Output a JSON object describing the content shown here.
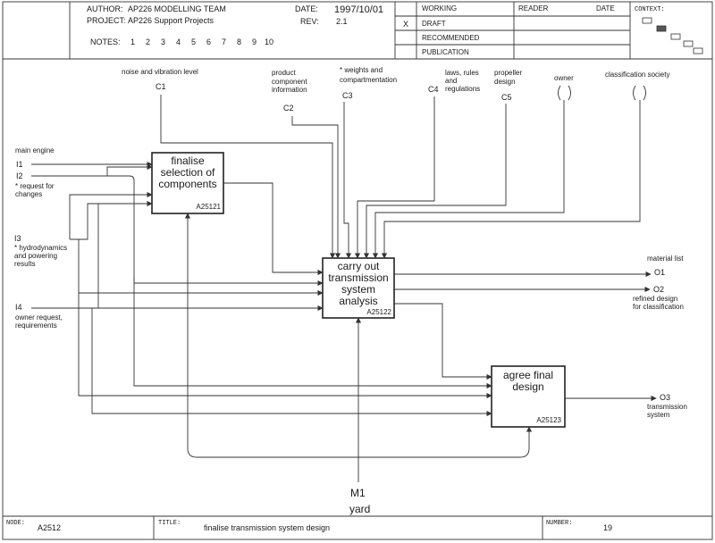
{
  "header": {
    "author_label": "AUTHOR:",
    "author": "AP226  MODELLING TEAM",
    "project_label": "PROJECT:",
    "project": "AP226 Support Projects",
    "notes_label": "NOTES:",
    "notes": [
      "1",
      "2",
      "3",
      "4",
      "5",
      "6",
      "7",
      "8",
      "9",
      "10"
    ],
    "date_label": "DATE:",
    "date": "1997/10/01",
    "rev_label": "REV:",
    "rev": "2.1",
    "status_mark": "X",
    "status": [
      "WORKING",
      "DRAFT",
      "RECOMMENDED",
      "PUBLICATION"
    ],
    "reader_label": "READER",
    "reader_date_label": "DATE",
    "context_label": "CONTEXT:"
  },
  "controls": [
    {
      "code": "C1",
      "label": [
        "noise and vibration level"
      ]
    },
    {
      "code": "C2",
      "label": [
        "product",
        "component",
        "information"
      ]
    },
    {
      "code": "C3",
      "label": [
        "* weights and",
        "compartmentation"
      ]
    },
    {
      "code": "C4",
      "label": [
        "laws, rules",
        "and",
        "regulations"
      ]
    },
    {
      "code": "C5",
      "label": [
        "propeller",
        "design"
      ]
    },
    {
      "code": "",
      "label": [
        "owner"
      ]
    },
    {
      "code": "",
      "label": [
        "classification society"
      ]
    }
  ],
  "inputs": [
    {
      "code": "I1",
      "label": [
        "main engine"
      ]
    },
    {
      "code": "I2",
      "label": [
        "* request for",
        "changes"
      ]
    },
    {
      "code": "I3",
      "label": [
        "* hydrodynamics",
        "and powering",
        "results"
      ]
    },
    {
      "code": "I4",
      "label": [
        "owner request,",
        "requirements"
      ]
    }
  ],
  "activities": [
    {
      "title": [
        "finalise",
        "selection of",
        "components"
      ],
      "id": "A25121"
    },
    {
      "title": [
        "carry out",
        "transmission",
        "system",
        "analysis"
      ],
      "id": "A25122"
    },
    {
      "title": [
        "agree final",
        "design"
      ],
      "id": "A25123"
    }
  ],
  "outputs": [
    {
      "code": "O1",
      "label": [
        "material list"
      ]
    },
    {
      "code": "O2",
      "label": [
        "refined design",
        "for classification"
      ]
    },
    {
      "code": "O3",
      "label": [
        "transmission",
        "system"
      ]
    }
  ],
  "mechanism": {
    "code": "M1",
    "label": "yard"
  },
  "footer": {
    "node_label": "NODE:",
    "node": "A2512",
    "title_label": "TITLE:",
    "title": "finalise transmission system design",
    "number_label": "NUMBER:",
    "number": "19"
  }
}
